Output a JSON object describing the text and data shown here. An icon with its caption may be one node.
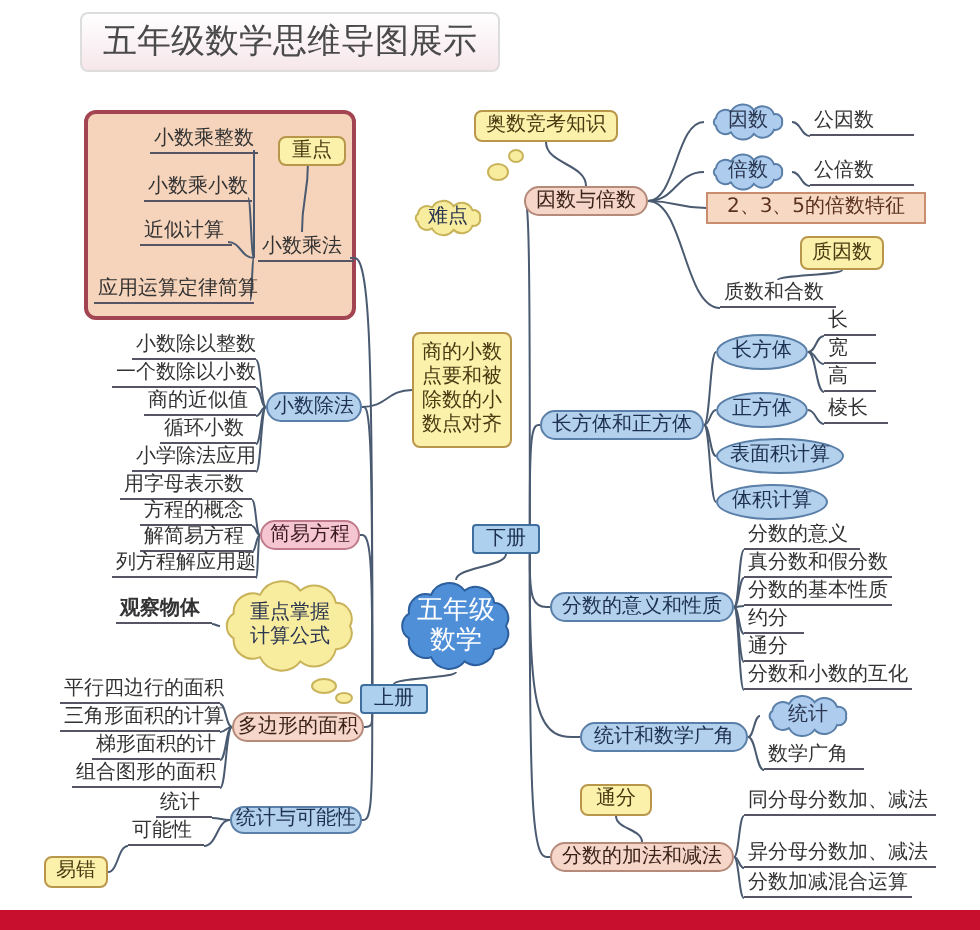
{
  "diagram": {
    "title": "五年级数学思维导图展示",
    "nodes": [
      {
        "text": [
          "五年级数学"
        ]
      },
      {
        "text": [
          "下册"
        ]
      },
      {
        "text": [
          "上册"
        ]
      },
      {
        "text": [
          "因数与倍数"
        ]
      },
      {
        "text": [
          "因数"
        ]
      },
      {
        "text": [
          "公因数"
        ]
      },
      {
        "text": [
          "倍数"
        ]
      },
      {
        "text": [
          "公倍数"
        ]
      },
      {
        "text": [
          "2、3、5的倍数特征"
        ]
      },
      {
        "text": [
          "质数和合数"
        ]
      },
      {
        "text": [
          "质因数"
        ]
      },
      {
        "text": [
          "奥数竞考知识"
        ]
      },
      {
        "text": [
          "难点"
        ]
      },
      {
        "text": [
          "长方体和正方体"
        ]
      },
      {
        "text": [
          "长方体"
        ]
      },
      {
        "text": [
          "长"
        ]
      },
      {
        "text": [
          "宽"
        ]
      },
      {
        "text": [
          "高"
        ]
      },
      {
        "text": [
          "正方体"
        ]
      },
      {
        "text": [
          "棱长"
        ]
      },
      {
        "text": [
          "表面积计算"
        ]
      },
      {
        "text": [
          "体积计算"
        ]
      },
      {
        "text": [
          "分数的意义和性质"
        ]
      },
      {
        "text": [
          "分数的意义"
        ]
      },
      {
        "text": [
          "真分数和假分数"
        ]
      },
      {
        "text": [
          "分数的基本性质"
        ]
      },
      {
        "text": [
          "约分"
        ]
      },
      {
        "text": [
          "通分"
        ]
      },
      {
        "text": [
          "分数和小数的互化"
        ]
      },
      {
        "text": [
          "统计和数学广角"
        ]
      },
      {
        "text": [
          "统计"
        ]
      },
      {
        "text": [
          "数学广角"
        ]
      },
      {
        "text": [
          "分数的加法和减法"
        ]
      },
      {
        "text": [
          "通分"
        ]
      },
      {
        "text": [
          "同分母分数加、减法"
        ]
      },
      {
        "text": [
          "异分母分数加、减法"
        ]
      },
      {
        "text": [
          "分数加减混合运算"
        ]
      },
      {
        "text": [],
        "shape": "box"
      },
      {
        "text": [
          "小数乘法"
        ],
        "in": 37
      },
      {
        "text": [
          "小数乘整数"
        ],
        "in": 37
      },
      {
        "text": [
          "小数乘小数"
        ],
        "in": 37
      },
      {
        "text": [
          "近似计算"
        ],
        "in": 37
      },
      {
        "text": [
          "应用运算定律简算"
        ],
        "in": 37
      },
      {
        "text": [
          "重点"
        ],
        "in": 37
      },
      {
        "text": [
          "小数除法"
        ]
      },
      {
        "text": [
          "小数除以整数"
        ]
      },
      {
        "text": [
          "一个数除以小数"
        ]
      },
      {
        "text": [
          "商的近似值"
        ]
      },
      {
        "text": [
          "循环小数"
        ]
      },
      {
        "text": [
          "小学除法应用"
        ]
      },
      {
        "text": [
          "商的小数点要和被除数的小数点对齐"
        ]
      },
      {
        "text": [
          "简易方程"
        ]
      },
      {
        "text": [
          "用字母表示数"
        ]
      },
      {
        "text": [
          "方程的概念"
        ]
      },
      {
        "text": [
          "解简易方程"
        ]
      },
      {
        "text": [
          "列方程解应用题"
        ]
      },
      {
        "text": [
          "观察物体"
        ]
      },
      {
        "text": [
          "重点掌握计算公式"
        ]
      },
      {
        "text": [
          "多边形的面积"
        ]
      },
      {
        "text": [
          "平行四边行的面积"
        ]
      },
      {
        "text": [
          "三角形面积的计算"
        ]
      },
      {
        "text": [
          "梯形面积的计"
        ]
      },
      {
        "text": [
          "组合图形的面积"
        ]
      },
      {
        "text": [
          "统计与可能性"
        ]
      },
      {
        "text": [
          "统计"
        ]
      },
      {
        "text": [
          "可能性"
        ]
      },
      {
        "text": [
          "易错"
        ]
      }
    ],
    "edges": [
      {
        "from": 0,
        "to": 1,
        "arrow": "none"
      },
      {
        "from": 0,
        "to": 2,
        "arrow": "none"
      },
      {
        "from": 1,
        "to": 3,
        "arrow": "none"
      },
      {
        "from": 1,
        "to": 13,
        "arrow": "none"
      },
      {
        "from": 1,
        "to": 22,
        "arrow": "none"
      },
      {
        "from": 1,
        "to": 29,
        "arrow": "none"
      },
      {
        "from": 1,
        "to": 32,
        "arrow": "none"
      },
      {
        "from": 3,
        "to": 4,
        "arrow": "none"
      },
      {
        "from": 3,
        "to": 6,
        "arrow": "none"
      },
      {
        "from": 3,
        "to": 8,
        "arrow": "none"
      },
      {
        "from": 3,
        "to": 9,
        "arrow": "none"
      },
      {
        "from": 4,
        "to": 5,
        "arrow": "none"
      },
      {
        "from": 6,
        "to": 7,
        "arrow": "none"
      },
      {
        "from": 10,
        "to": 9,
        "arrow": "none"
      },
      {
        "from": 11,
        "to": 3,
        "arrow": "none"
      },
      {
        "from": 13,
        "to": 14,
        "arrow": "none"
      },
      {
        "from": 13,
        "to": 18,
        "arrow": "none"
      },
      {
        "from": 13,
        "to": 20,
        "arrow": "none"
      },
      {
        "from": 13,
        "to": 21,
        "arrow": "none"
      },
      {
        "from": 14,
        "to": 15,
        "arrow": "none"
      },
      {
        "from": 14,
        "to": 16,
        "arrow": "none"
      },
      {
        "from": 14,
        "to": 17,
        "arrow": "none"
      },
      {
        "from": 18,
        "to": 19,
        "arrow": "none"
      },
      {
        "from": 22,
        "to": 23,
        "arrow": "none"
      },
      {
        "from": 22,
        "to": 24,
        "arrow": "none"
      },
      {
        "from": 22,
        "to": 25,
        "arrow": "none"
      },
      {
        "from": 22,
        "to": 26,
        "arrow": "none"
      },
      {
        "from": 22,
        "to": 27,
        "arrow": "none"
      },
      {
        "from": 22,
        "to": 28,
        "arrow": "none"
      },
      {
        "from": 29,
        "to": 30,
        "arrow": "none"
      },
      {
        "from": 29,
        "to": 31,
        "arrow": "none"
      },
      {
        "from": 33,
        "to": 32,
        "arrow": "none"
      },
      {
        "from": 32,
        "to": 34,
        "arrow": "none"
      },
      {
        "from": 32,
        "to": 35,
        "arrow": "none"
      },
      {
        "from": 32,
        "to": 36,
        "arrow": "none"
      },
      {
        "from": 2,
        "to": 38,
        "arrow": "none"
      },
      {
        "from": 2,
        "to": 44,
        "arrow": "none"
      },
      {
        "from": 2,
        "to": 51,
        "arrow": "none"
      },
      {
        "from": 2,
        "to": 58,
        "arrow": "none"
      },
      {
        "from": 2,
        "to": 63,
        "arrow": "none"
      },
      {
        "from": 43,
        "to": 38,
        "arrow": "none"
      },
      {
        "from": 38,
        "to": 39,
        "arrow": "none"
      },
      {
        "from": 38,
        "to": 40,
        "arrow": "none"
      },
      {
        "from": 38,
        "to": 41,
        "arrow": "none"
      },
      {
        "from": 38,
        "to": 42,
        "arrow": "none"
      },
      {
        "from": 50,
        "to": 44,
        "arrow": "none"
      },
      {
        "from": 44,
        "to": 45,
        "arrow": "none"
      },
      {
        "from": 44,
        "to": 46,
        "arrow": "none"
      },
      {
        "from": 44,
        "to": 47,
        "arrow": "none"
      },
      {
        "from": 44,
        "to": 48,
        "arrow": "none"
      },
      {
        "from": 44,
        "to": 49,
        "arrow": "none"
      },
      {
        "from": 51,
        "to": 52,
        "arrow": "none"
      },
      {
        "from": 51,
        "to": 53,
        "arrow": "none"
      },
      {
        "from": 51,
        "to": 54,
        "arrow": "none"
      },
      {
        "from": 51,
        "to": 55,
        "arrow": "none"
      },
      {
        "from": 57,
        "to": 56,
        "arrow": "none"
      },
      {
        "from": 58,
        "to": 59,
        "arrow": "none"
      },
      {
        "from": 58,
        "to": 60,
        "arrow": "none"
      },
      {
        "from": 58,
        "to": 61,
        "arrow": "none"
      },
      {
        "from": 58,
        "to": 62,
        "arrow": "none"
      },
      {
        "from": 63,
        "to": 64,
        "arrow": "none"
      },
      {
        "from": 63,
        "to": 65,
        "arrow": "none"
      },
      {
        "from": 66,
        "to": 65,
        "arrow": "none"
      }
    ]
  }
}
